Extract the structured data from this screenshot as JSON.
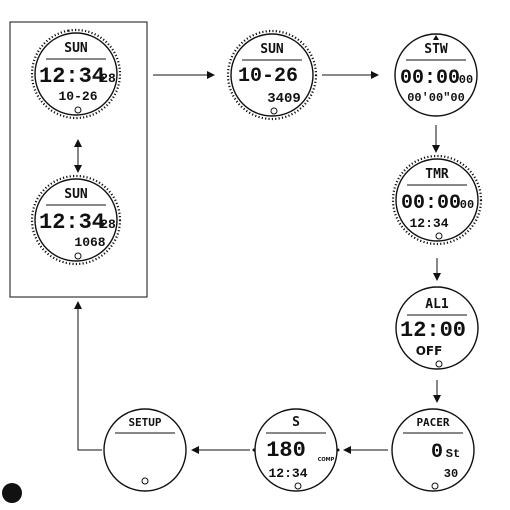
{
  "screens": {
    "time_date": {
      "label": "SUN",
      "time": "12:34",
      "seconds": "28",
      "date": "10-26"
    },
    "time_alt": {
      "label": "SUN",
      "time": "12:34",
      "seconds": "28",
      "value": "1068"
    },
    "date_view": {
      "label": "SUN",
      "date": "10-26",
      "value": "3409"
    },
    "stopwatch": {
      "label": "STW",
      "main": "00:00",
      "hundredths": "00",
      "lap": "00'00\"00"
    },
    "timer": {
      "label": "TMR",
      "main": "00:00",
      "seconds": "00",
      "sub": "12:34"
    },
    "alarm": {
      "label": "AL1",
      "time": "12:00",
      "status": "OFF"
    },
    "pacer": {
      "label": "PACER",
      "value": "0",
      "unit": "St",
      "sub": "30"
    },
    "compass": {
      "label": "S",
      "bearing": "180",
      "time": "12:34",
      "tag": "COMP"
    },
    "setup": {
      "label": "SETUP"
    }
  },
  "colors": {
    "ink": "#111111",
    "background": "#ffffff",
    "marker": "#111111"
  }
}
